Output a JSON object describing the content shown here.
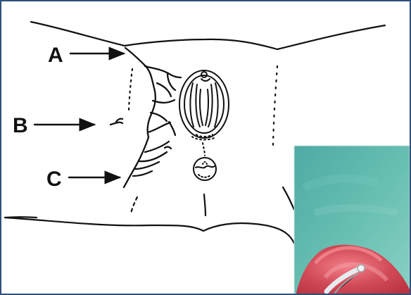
{
  "diagram": {
    "labels": {
      "a": "A",
      "b": "B",
      "c": "C"
    }
  },
  "colors": {
    "frame_border": "#2f4f7a",
    "line": "#111111",
    "photo_background": "#5fb6ad",
    "photo_tissue": "#d44c58",
    "photo_highlight": "#f07b84",
    "photo_instrument": "#d9dfe2"
  },
  "icons": {
    "arrow_a": "arrow-right-icon",
    "arrow_b": "arrow-right-icon",
    "arrow_c": "arrow-right-icon"
  }
}
